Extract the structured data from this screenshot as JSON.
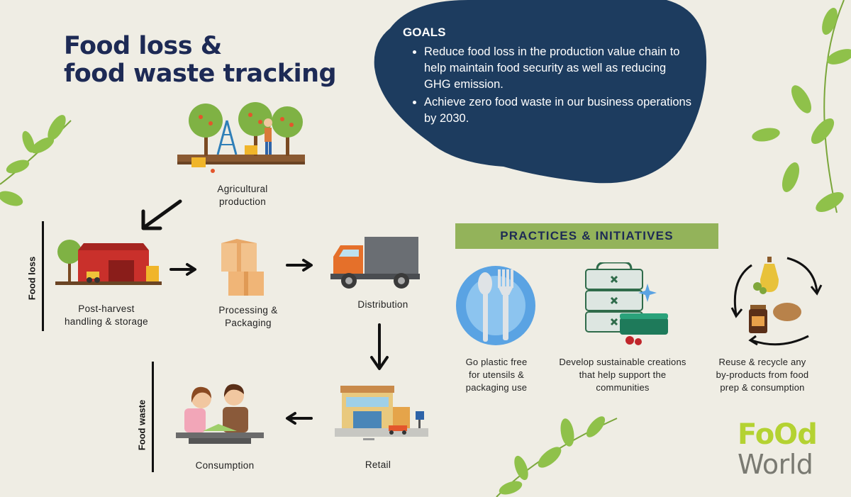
{
  "title": {
    "line1": "Food loss &",
    "line2": "food waste tracking"
  },
  "goals": {
    "heading": "GOALS",
    "items": [
      "Reduce food loss in the production value chain to help maintain food security as well as reducing GHG emission.",
      "Achieve zero food waste in our business operations by 2030."
    ]
  },
  "stages": {
    "agricultural": {
      "line1": "Agricultural",
      "line2": "production"
    },
    "post_harvest": {
      "line1": "Post-harvest",
      "line2": "handling & storage"
    },
    "processing": {
      "line1": "Processing &",
      "line2": "Packaging"
    },
    "distribution": {
      "line1": "Distribution"
    },
    "retail": {
      "line1": "Retail"
    },
    "consumption": {
      "line1": "Consumption"
    }
  },
  "section_labels": {
    "food_loss": "Food loss",
    "food_waste": "Food waste"
  },
  "practices": {
    "heading": "PRACTICES & INITIATIVES",
    "items": [
      {
        "line1": "Go plastic free",
        "line2": "for utensils &",
        "line3": "packaging use"
      },
      {
        "line1": "Develop sustainable creations",
        "line2": "that help support the",
        "line3": "communities"
      },
      {
        "line1": "Reuse & recycle any",
        "line2": "by-products from food",
        "line3": "prep & consumption"
      }
    ]
  },
  "logo": {
    "line1": "FoOd",
    "line2": "World"
  },
  "colors": {
    "background": "#efede4",
    "navy": "#1d3c5f",
    "title": "#1d2a55",
    "green": "#93b35a",
    "leaf": "#8fc14a",
    "logo_green": "#b4d232",
    "logo_gray": "#7a7a72"
  },
  "icons": {
    "agricultural": "orchard-farmer-icon",
    "post_harvest": "barn-storage-icon",
    "processing": "cardboard-boxes-icon",
    "distribution": "delivery-truck-icon",
    "retail": "shop-building-icon",
    "consumption": "people-eating-icon",
    "practice_1": "plate-utensils-icon",
    "practice_2": "tiffin-lunchbox-icon",
    "practice_3": "recycle-cycle-icon"
  }
}
